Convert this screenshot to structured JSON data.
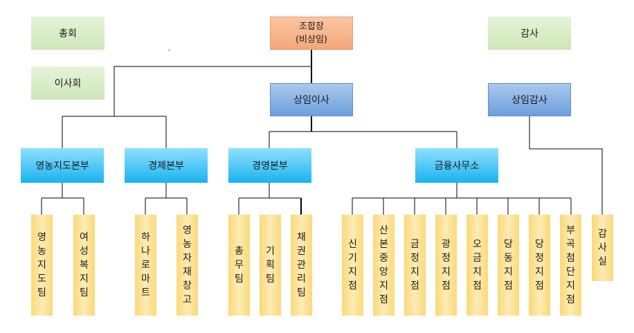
{
  "top": {
    "general_meeting": "총회",
    "board": "이사회",
    "chairman": "조합장\n(비상임)",
    "auditor": "감사",
    "standing_director": "상임이사",
    "standing_auditor": "상임감사"
  },
  "divisions": {
    "farming": "영농지도본부",
    "economy": "경제본부",
    "management": "경영본부",
    "finance": "금융사무소"
  },
  "teams": {
    "farming_guidance_team": "영농지도팀",
    "women_welfare_team": "여성복지팀",
    "hanaro_mart": "하나로마트",
    "farm_material_warehouse": "영농자재창고",
    "general_affairs_team": "총무팀",
    "planning_team": "기획팀",
    "debt_management_team": "채권관리팀",
    "sinki_branch": "신기지점",
    "sanbon_central_branch": "산본중앙지점",
    "geumjeong_branch": "금정지점",
    "gwangjeong_branch": "광정지점",
    "ogeum_branch": "오금지점",
    "dangdong_branch": "당동지점",
    "dangjeong_branch": "당정지점",
    "bugok_cheomdan_branch": "부곡첨단지점",
    "audit_office": "감사실"
  },
  "stray_mark": "`"
}
